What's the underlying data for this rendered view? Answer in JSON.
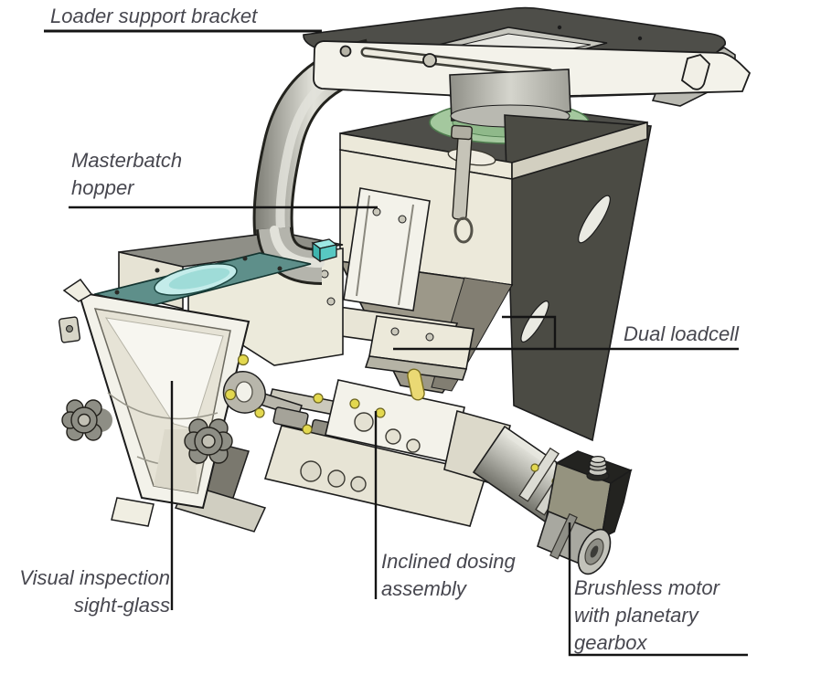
{
  "diagram": {
    "type": "labeled-component-diagram",
    "subject": "gravimetric masterbatch dosing unit (CAD render)"
  },
  "labels": {
    "loader_support_bracket": {
      "lines": [
        "Loader support bracket"
      ]
    },
    "masterbatch_hopper": {
      "lines": [
        "Masterbatch",
        "hopper"
      ]
    },
    "dual_loadcell": {
      "lines": [
        "Dual loadcell"
      ]
    },
    "visual_inspection_sight_glass": {
      "lines": [
        "Visual inspection",
        "sight-glass"
      ]
    },
    "inclined_dosing_assembly": {
      "lines": [
        "Inclined dosing",
        "assembly"
      ]
    },
    "brushless_motor": {
      "lines": [
        "Brushless motor",
        "with planetary",
        "gearbox"
      ]
    }
  },
  "colors": {
    "background": "#ffffff",
    "label_text": "#47474f",
    "leader_line": "#141414",
    "outline": "#1c1c1c",
    "plate_dark": "#4e4e49",
    "panel_dark": "#4b4b44",
    "beige_light": "#ece9da",
    "beige_shade": "#d2cfc0",
    "taupe": "#9c9889",
    "white_part": "#f3f2ea",
    "tube_gray": "#b4b4ac",
    "tube_highlight": "#e2e2da",
    "steel_gray": "#a8a8a0",
    "gasket_green": "#a4c89e",
    "plate_teal": "#5e8f8a",
    "glass_cyan": "#c4ecea",
    "fitting_cyan": "#58c8c2",
    "bolt_yellow": "#e3d84f",
    "motor_olive": "#95937f",
    "motor_dark": "#232320",
    "knob_gray": "#8e8e85"
  }
}
